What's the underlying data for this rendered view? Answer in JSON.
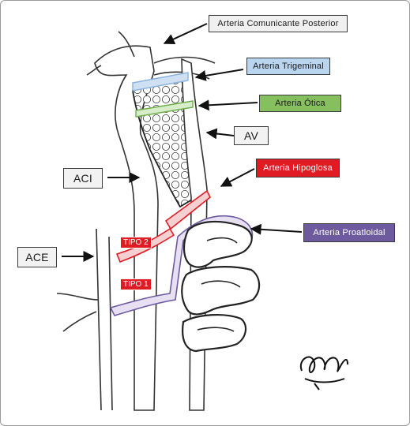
{
  "labels": {
    "comunicante_posterior": "Arteria Comunicante Posterior",
    "trigeminal": "Arteria Trigeminal",
    "otica": "Arteria Ótica",
    "av": "AV",
    "hipoglosa": "Arteria Hipoglosa",
    "aci": "ACI",
    "proatloidal": "Arteria Proatloidal",
    "ace": "ACE",
    "tipo2": "TIPO 2",
    "tipo1": "TIPO 1"
  },
  "colors": {
    "trigeminal": "#a8c8e8",
    "otica": "#7fb85a",
    "hipoglosa": "#e01b24",
    "proatloidal": "#6e5a9e",
    "neutral": "#ececec"
  },
  "icons": [
    "arrow-right-icon",
    "arrow-left-icon",
    "signature-mark"
  ]
}
